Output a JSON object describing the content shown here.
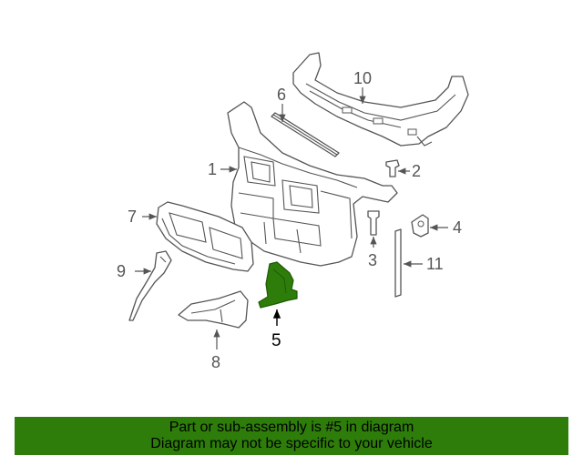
{
  "diagram": {
    "callouts": [
      {
        "id": "1",
        "label": "1"
      },
      {
        "id": "2",
        "label": "2"
      },
      {
        "id": "3",
        "label": "3"
      },
      {
        "id": "4",
        "label": "4"
      },
      {
        "id": "5",
        "label": "5",
        "highlighted": true
      },
      {
        "id": "6",
        "label": "6"
      },
      {
        "id": "7",
        "label": "7"
      },
      {
        "id": "8",
        "label": "8"
      },
      {
        "id": "9",
        "label": "9"
      },
      {
        "id": "10",
        "label": "10"
      },
      {
        "id": "11",
        "label": "11"
      }
    ],
    "highlight_color": "#2e7d0a",
    "part_stroke_color": "#555555"
  },
  "banner": {
    "line1": "Part or sub-assembly is #5 in diagram",
    "line2": "Diagram may not be specific to your vehicle",
    "background": "#2e7d0a"
  }
}
